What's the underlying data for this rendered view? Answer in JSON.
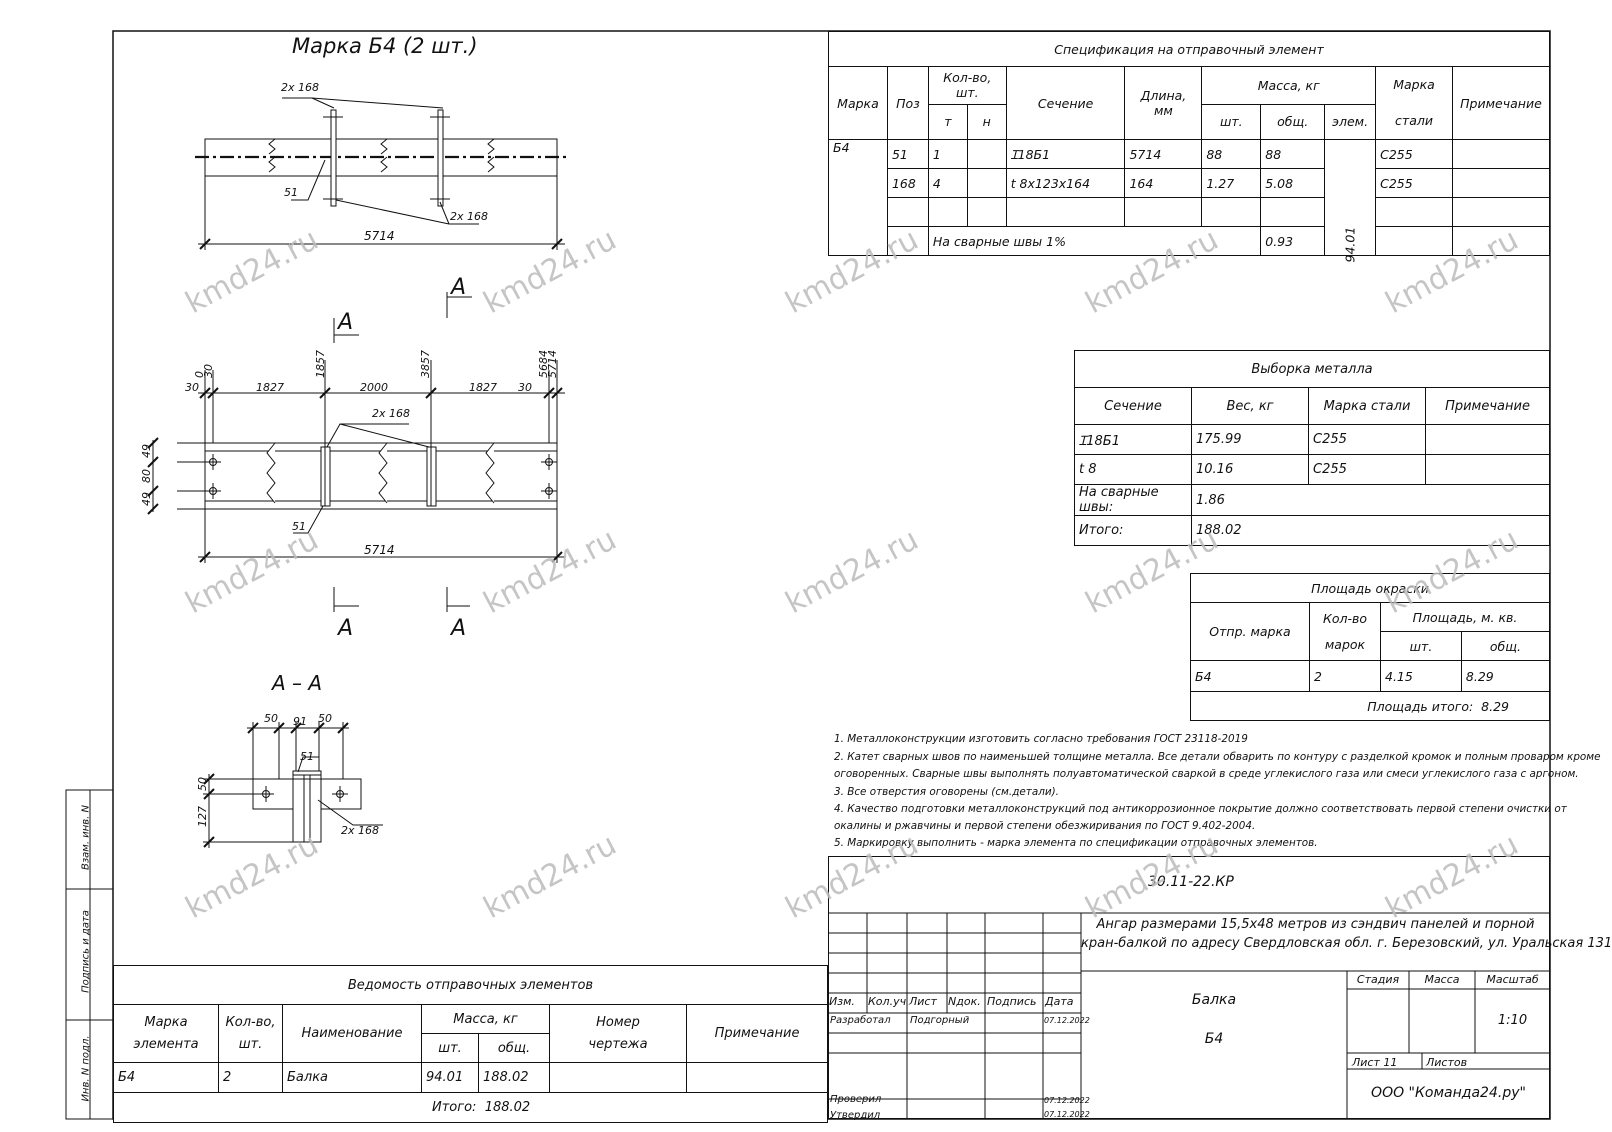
{
  "watermark": "kmd24.ru",
  "drawing": {
    "title": "Марка Б4 (2 шт.)",
    "section_title": "А – А",
    "section_mark": "А",
    "labels": {
      "pos168_top": "2х 168",
      "pos168_bot": "2х 168",
      "pos51_top": "51",
      "pos51_mid": "51",
      "pos51_sec": "51",
      "pos168_mid": "2х 168",
      "pos168_sec": "2х 168"
    },
    "dims": {
      "len_top": "5714",
      "len_mid": "5714",
      "d30a": "30",
      "d0": "0",
      "d30b": "30",
      "d1827a": "1827",
      "d1857": "1857",
      "d2000": "2000",
      "d3857": "3857",
      "d1827b": "1827",
      "d30c": "30",
      "d5684": "5684",
      "d5714": "5714",
      "d49a": "49",
      "d80": "80",
      "d49b": "49",
      "s50a": "50",
      "s91": "91",
      "s50b": "50",
      "s50v": "50",
      "s127": "127"
    }
  },
  "spec": {
    "title": "Спецификация на отправочный элемент",
    "h": {
      "mark": "Марка",
      "pos": "Поз",
      "qty": "Кол-во, шт.",
      "t": "т",
      "n": "н",
      "section": "Сечение",
      "length": "Длина, мм",
      "mass": "Масса, кг",
      "pc": "шт.",
      "total": "общ.",
      "elem": "элем.",
      "steel_mark": "Марка",
      "steel": "стали",
      "note": "Примечание"
    },
    "mark": "Б4",
    "rows": [
      {
        "pos": "51",
        "t": "1",
        "n": "",
        "section": "Ɪ18Б1",
        "length": "5714",
        "pc": "88",
        "total": "88",
        "steel": "С255"
      },
      {
        "pos": "168",
        "t": "4",
        "n": "",
        "section": "t 8х123х164",
        "length": "164",
        "pc": "1.27",
        "total": "5.08",
        "steel": "С255"
      }
    ],
    "weld_label": "На сварные швы 1%",
    "weld_total": "0.93",
    "elem_mass": "94.01"
  },
  "metal": {
    "title": "Выборка металла",
    "h": {
      "section": "Сечение",
      "weight": "Вес, кг",
      "steel": "Марка стали",
      "note": "Примечание"
    },
    "rows": [
      {
        "section": "Ɪ18Б1",
        "weight": "175.99",
        "steel": "С255",
        "note": ""
      },
      {
        "section": "t 8",
        "weight": "10.16",
        "steel": "С255",
        "note": ""
      }
    ],
    "weld_label": "На сварные швы:",
    "weld_value": "1.86",
    "total_label": "Итого:",
    "total_value": "188.02"
  },
  "paint": {
    "title": "Площадь окраски",
    "h": {
      "mark": "Отпр. марка",
      "qty": "Кол-во",
      "qty2": "марок",
      "area": "Площадь, м. кв.",
      "pc": "шт.",
      "total": "общ."
    },
    "row": {
      "mark": "Б4",
      "qty": "2",
      "pc": "4.15",
      "total": "8.29"
    },
    "footer_label": "Площадь итого:",
    "footer_value": "8.29"
  },
  "notes": [
    "1. Металлоконструкции изготовить согласно требования ГОСТ 23118-2019",
    "2. Катет сварных швов по наименьшей толщине металла. Все детали обварить по контуру с разделкой кромок и полным проваром кроме",
    "оговоренных. Сварные швы выполнять полуавтоматической сваркой в среде углекислого газа или смеси углекислого газа с аргоном.",
    "3. Все отверстия оговорены (см.детали).",
    "4. Качество подготовки металлоконструкций под антикоррозионное покрытие должно соответствовать первой степени очистки от",
    "окалины и ржавчины и первой степени обезжиривания по ГОСТ 9.402-2004.",
    "5. Маркировку выполнить - марка элемента по спецификации отправочных элементов."
  ],
  "vedomost": {
    "title": "Ведомость отправочных элементов",
    "h": {
      "mark1": "Марка",
      "mark2": "элемента",
      "qty1": "Кол-во,",
      "qty2": "шт.",
      "name": "Наименование",
      "mass": "Масса, кг",
      "pc": "шт.",
      "total": "общ.",
      "num1": "Номер",
      "num2": "чертежа",
      "note": "Примечание"
    },
    "row": {
      "mark": "Б4",
      "qty": "2",
      "name": "Балка",
      "pc": "94.01",
      "total": "188.02"
    },
    "total_label": "Итого:",
    "total_value": "188.02"
  },
  "titleblock": {
    "code": "30.11-22.КР",
    "project1": "Ангар размерами 15,5х48 метров из сэндвич панелей и порной",
    "project2": "кран-балкой по адресу Свердловская обл. г. Березовский, ул. Уральская 131",
    "h": {
      "izm": "Изм.",
      "kol": "Кол.уч",
      "list": "Лист",
      "ndok": "Nдок.",
      "sign": "Подпись",
      "date": "Дата"
    },
    "dev_label": "Разработал",
    "dev_name": "Подгорный",
    "dev_date": "07.12.2022",
    "check_label": "Проверил",
    "check_date": "07.12.2022",
    "approve_label": "Утвердил",
    "approve_date": "07.12.2022",
    "name1": "Балка",
    "name2": "Б4",
    "stage": "Стадия",
    "mass": "Масса",
    "scale": "Масштаб",
    "scale_value": "1:10",
    "sheet": "Лист 11",
    "sheets": "Листов",
    "company": "ООО \"Команда24.ру\""
  },
  "side": {
    "vzam": "Взам. инв. N",
    "podp": "Подпись и дата",
    "inv": "Инв. N подл."
  }
}
